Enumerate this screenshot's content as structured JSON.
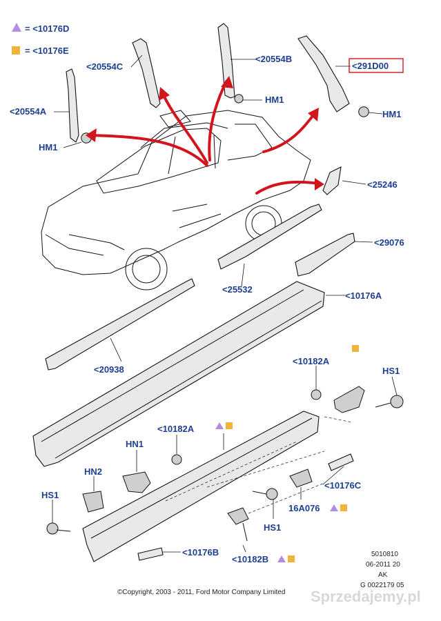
{
  "legend": [
    {
      "symbol": "triangle",
      "color": "#b48ce0",
      "text": "= <10176D"
    },
    {
      "symbol": "square",
      "color": "#f0b43c",
      "text": "= <10176E"
    }
  ],
  "labels": {
    "p20554C": "<20554C",
    "p20554B": "<20554B",
    "p291D00": "<291D00",
    "p20554A": "<20554A",
    "hm1_a": "HM1",
    "hm1_b": "HM1",
    "hm1_c": "HM1",
    "p25246": "<25246",
    "p29076": "<29076",
    "p25532": "<25532",
    "p10176A": "<10176A",
    "p20938": "<20938",
    "p10182A_1": "<10182A",
    "hs1_right": "HS1",
    "p10182A_2": "<10182A",
    "hn1": "HN1",
    "hn2": "HN2",
    "hs1_left": "HS1",
    "p10176C": "<10176C",
    "p16A076": "16A076",
    "hs1_mid": "HS1",
    "p10176B": "<10176B",
    "p10182B": "<10182B"
  },
  "colors": {
    "label": "#1c3f8f",
    "arrow": "#d2141c",
    "triangle": "#b48ce0",
    "square": "#f0b43c",
    "callout_box": "#d2141c"
  },
  "footer": {
    "ref1": "5010810",
    "ref2": "06-2011 20",
    "ref3": "AK",
    "ref4": "G 0022179 05",
    "copyright": "©Copyright, 2003 - 2011, Ford Motor Company Limited"
  },
  "watermark": "Sprzedajemy.pl"
}
